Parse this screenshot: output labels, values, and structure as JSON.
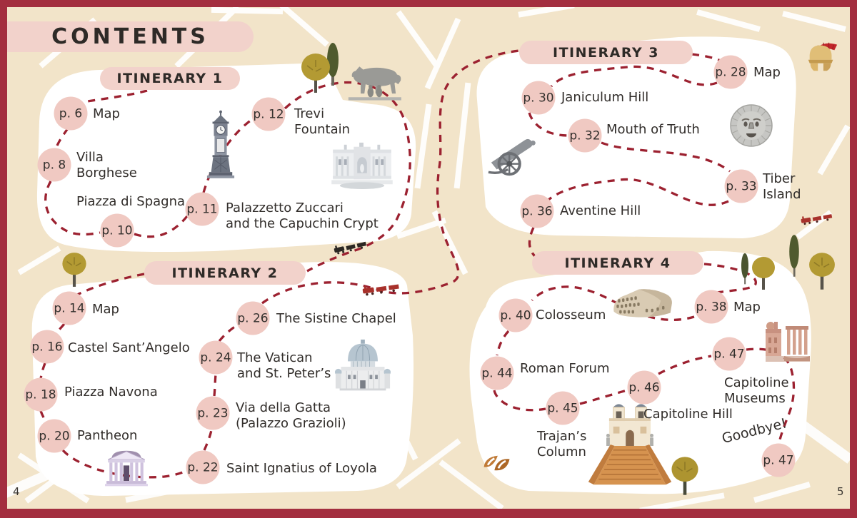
{
  "page": {
    "title": "CONTENTS",
    "left_folio": "4",
    "right_folio": "5"
  },
  "colors": {
    "border_red": "#a32e3f",
    "background_beige": "#f2e4c9",
    "pill_pink": "#f2d2cb",
    "circle_pink": "#f0c9c2",
    "dash_red": "#9c2130",
    "text": "#312d2a"
  },
  "itineraries": [
    {
      "title": "ITINERARY 1",
      "items": [
        {
          "page": "p. 6",
          "label": "Map"
        },
        {
          "page": "p. 8",
          "label": "Villa\nBorghese"
        },
        {
          "page": "p. 10",
          "label": "Piazza di Spagna"
        },
        {
          "page": "p. 11",
          "label": "Palazzetto Zuccari\nand the Capuchin Crypt"
        },
        {
          "page": "p. 12",
          "label": "Trevi\nFountain"
        }
      ]
    },
    {
      "title": "ITINERARY 2",
      "items": [
        {
          "page": "p. 14",
          "label": "Map"
        },
        {
          "page": "p. 16",
          "label": "Castel Sant’Angelo"
        },
        {
          "page": "p. 18",
          "label": "Piazza Navona"
        },
        {
          "page": "p. 20",
          "label": "Pantheon"
        },
        {
          "page": "p. 22",
          "label": "Saint Ignatius of Loyola"
        },
        {
          "page": "p. 23",
          "label": "Via della Gatta\n(Palazzo Grazioli)"
        },
        {
          "page": "p. 24",
          "label": "The Vatican\nand St. Peter’s"
        },
        {
          "page": "p. 26",
          "label": "The Sistine Chapel"
        }
      ]
    },
    {
      "title": "ITINERARY 3",
      "items": [
        {
          "page": "p. 28",
          "label": "Map"
        },
        {
          "page": "p. 30",
          "label": "Janiculum Hill"
        },
        {
          "page": "p. 32",
          "label": "Mouth of Truth"
        },
        {
          "page": "p. 33",
          "label": "Tiber\nIsland"
        },
        {
          "page": "p. 36",
          "label": "Aventine Hill"
        }
      ]
    },
    {
      "title": "ITINERARY 4",
      "items": [
        {
          "page": "p. 38",
          "label": "Map"
        },
        {
          "page": "p. 40",
          "label": "Colosseum"
        },
        {
          "page": "p. 44",
          "label": "Roman Forum"
        },
        {
          "page": "p. 45",
          "label": "Trajan’s\nColumn"
        },
        {
          "page": "p. 46",
          "label": "Capitoline Hill"
        },
        {
          "page": "p. 47",
          "label": "Capitoline\nMuseums"
        },
        {
          "page": "p. 47",
          "label": "Goodbye!"
        }
      ]
    }
  ],
  "illustrations": [
    "capitoline-wolf",
    "clock-tower",
    "trevi-fountain",
    "pantheon",
    "st-peters-basilica",
    "cannon",
    "mouth-of-truth",
    "roman-helmet",
    "colosseum",
    "roman-forum-ruins",
    "capitoline-hill-steps",
    "bread-roll",
    "steam-train-black",
    "steam-train-red",
    "steam-train-red-2",
    "olive-trees",
    "cypress-trees"
  ]
}
